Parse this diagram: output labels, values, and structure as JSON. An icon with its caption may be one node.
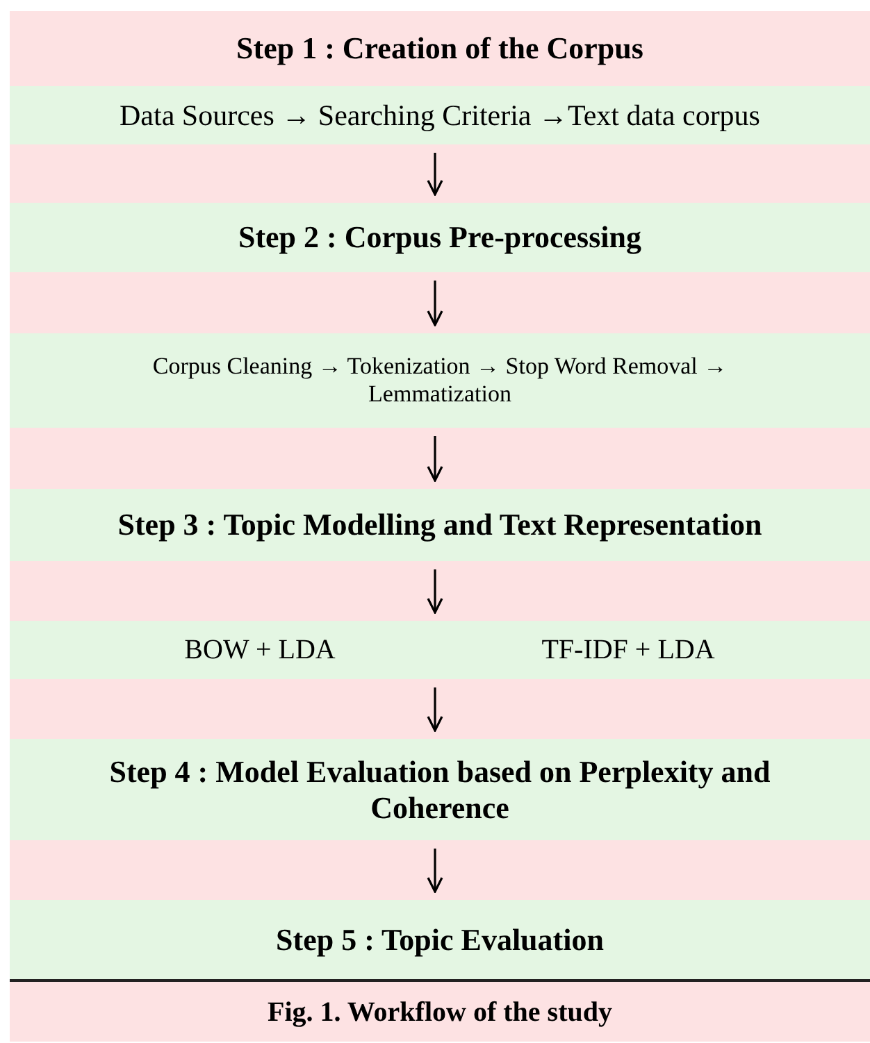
{
  "diagram": {
    "caption": "Fig. 1. Workflow of the study",
    "nodes": [
      {
        "text": [
          "Step 1 : Creation of the Corpus"
        ]
      },
      {
        "text": [
          "Data Sources → Searching Criteria →Text data corpus"
        ]
      },
      {
        "text": [
          "Step 2 : Corpus Pre-processing"
        ]
      },
      {
        "text": [
          "Corpus Cleaning → Tokenization → Stop Word Removal → Lemmatization"
        ]
      },
      {
        "text": [
          "Step 3 :  Topic Modelling and Text Representation"
        ]
      },
      {
        "text": [],
        "shape": "bar"
      },
      {
        "text": [
          "BOW + LDA"
        ],
        "in": 5
      },
      {
        "text": [
          "TF-IDF + LDA"
        ],
        "in": 5
      },
      {
        "text": [
          "Step 4 : Model Evaluation based on Perplexity and Coherence"
        ]
      },
      {
        "text": [
          "Step 5 : Topic Evaluation"
        ]
      }
    ],
    "edges": [
      {
        "from": 1,
        "to": 2,
        "arrow": "to"
      },
      {
        "from": 2,
        "to": 3,
        "arrow": "to"
      },
      {
        "from": 3,
        "to": 4,
        "arrow": "to"
      },
      {
        "from": 4,
        "to": 5,
        "arrow": "to"
      },
      {
        "from": 5,
        "to": 8,
        "arrow": "to"
      },
      {
        "from": 8,
        "to": 9,
        "arrow": "to"
      }
    ]
  }
}
